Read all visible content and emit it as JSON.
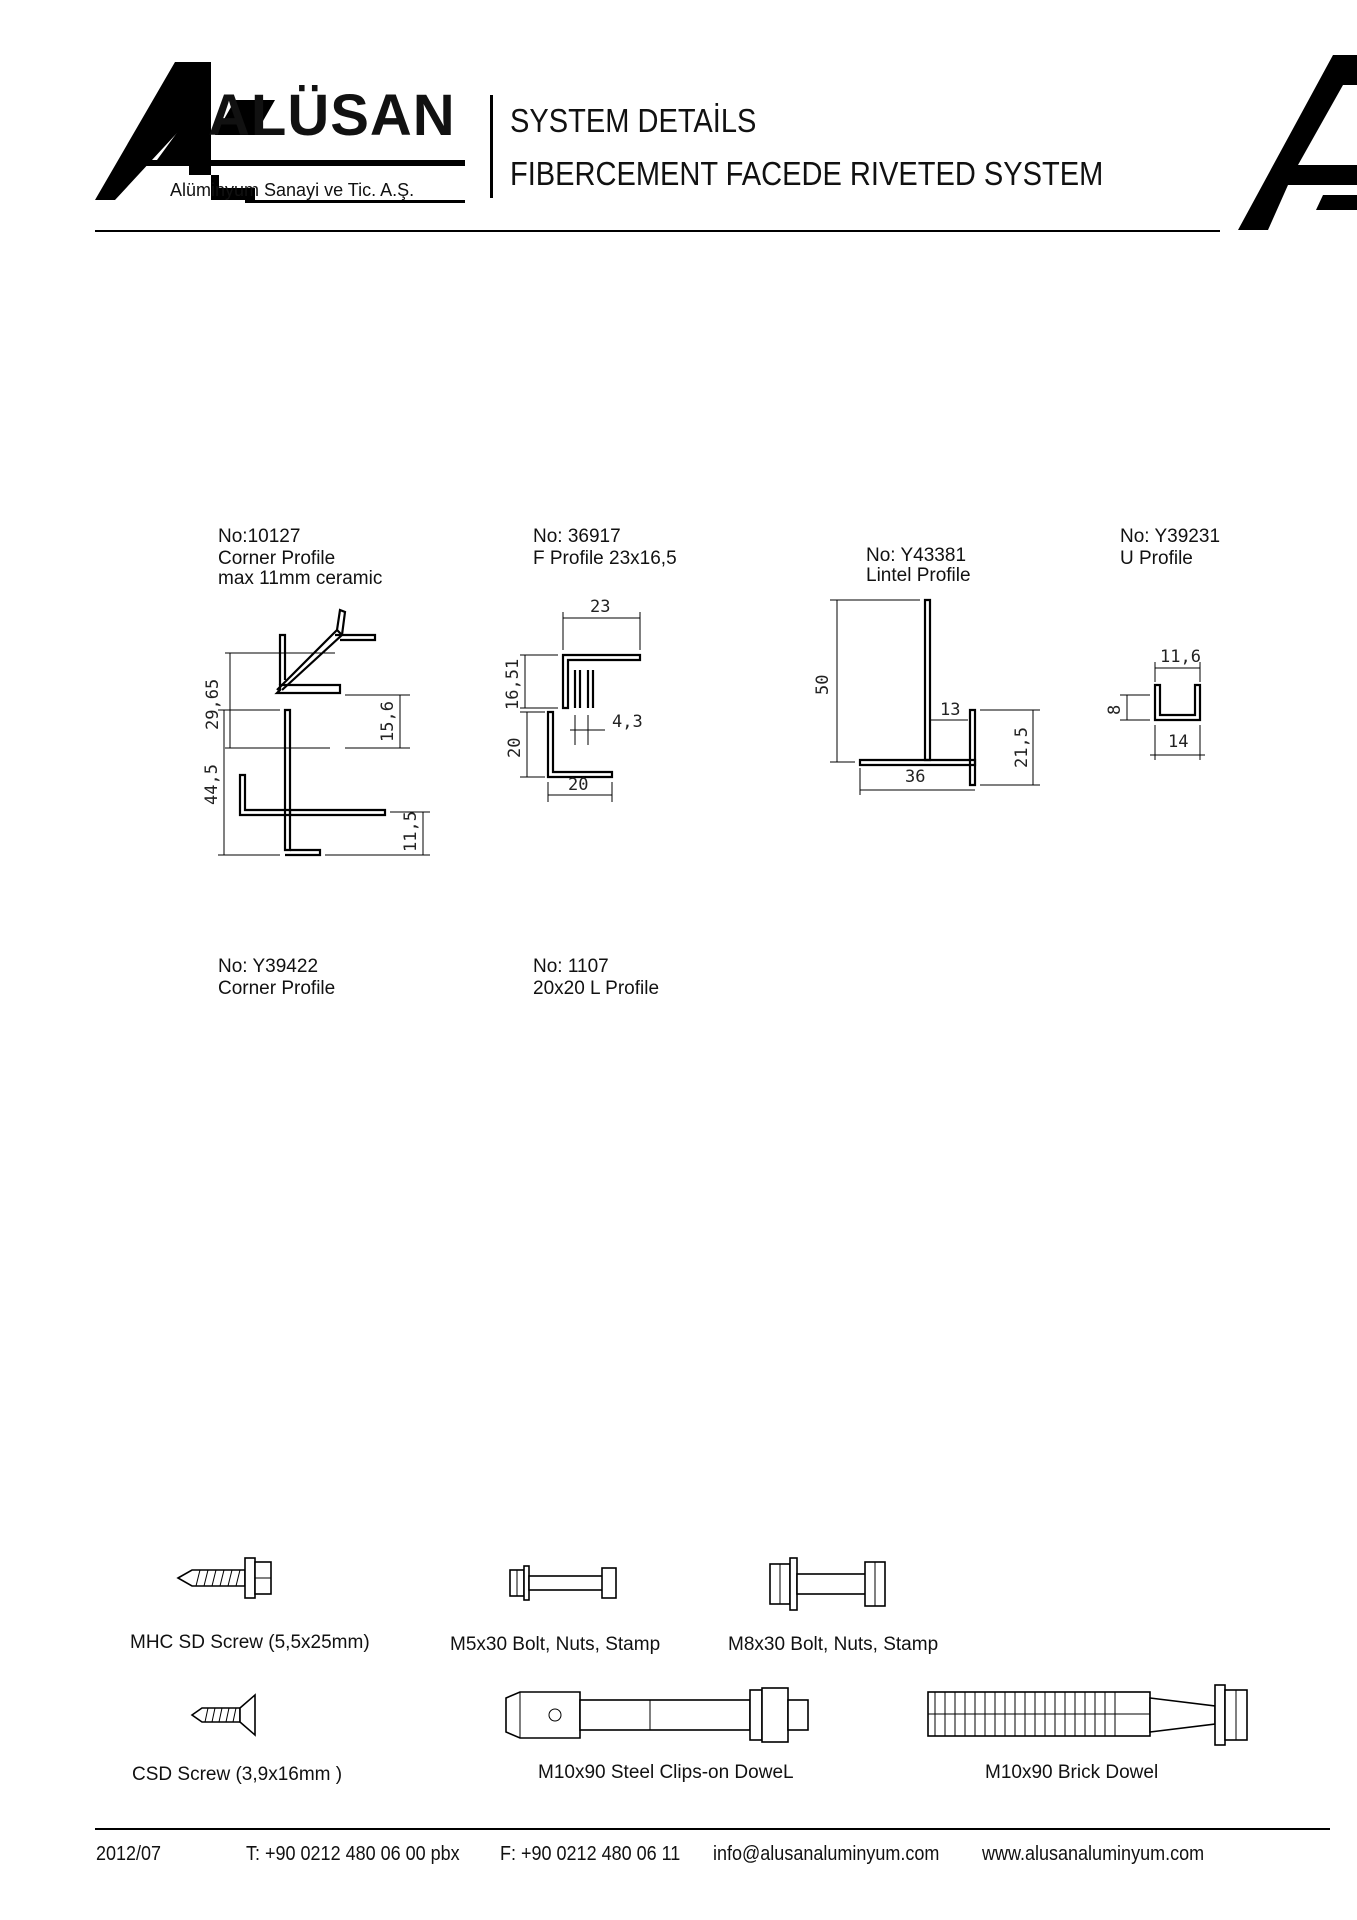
{
  "header": {
    "brand": "ALÜSAN",
    "brand_sub": "Alüminyum Sanayi ve Tic. A.Ş.",
    "title_line1": "SYSTEM DETAİLS",
    "title_line2": "FIBERCEMENT FACEDE RIVETED SYSTEM"
  },
  "profiles": [
    {
      "no": "No:10127",
      "desc1": "Corner Profile",
      "desc2": "max 11mm ceramic",
      "dims": [
        "29,65",
        "15,6"
      ]
    },
    {
      "no": "No: 36917",
      "desc1": "F Profile 23x16,5",
      "dims": [
        "23",
        "16,51",
        "4,3"
      ]
    },
    {
      "no": "No: Y43381",
      "desc1": "Lintel Profile",
      "dims": [
        "50",
        "13",
        "36",
        "21,5"
      ]
    },
    {
      "no": "No: Y39231",
      "desc1": "U Profile",
      "dims": [
        "11,6",
        "8",
        "14"
      ]
    },
    {
      "no": "No: Y39422",
      "desc1": "Corner Profile",
      "dims": [
        "44,5",
        "11,5"
      ]
    },
    {
      "no": "No: 1107",
      "desc1": "20x20 L Profile",
      "dims": [
        "20",
        "20"
      ]
    }
  ],
  "fasteners": [
    {
      "label": "MHC SD Screw (5,5x25mm)"
    },
    {
      "label": "M5x30 Bolt, Nuts, Stamp"
    },
    {
      "label": "M8x30 Bolt, Nuts, Stamp"
    },
    {
      "label": "CSD Screw (3,9x16mm )"
    },
    {
      "label": "M10x90 Steel Clips-on DoweL"
    },
    {
      "label": "M10x90 Brick Dowel"
    }
  ],
  "footer": {
    "date": "2012/07",
    "phone": "T: +90 0212 480 06 00 pbx",
    "fax": "F: +90 0212 480 06 11",
    "email": "info@alusanaluminyum.com",
    "web": "www.alusanaluminyum.com"
  }
}
